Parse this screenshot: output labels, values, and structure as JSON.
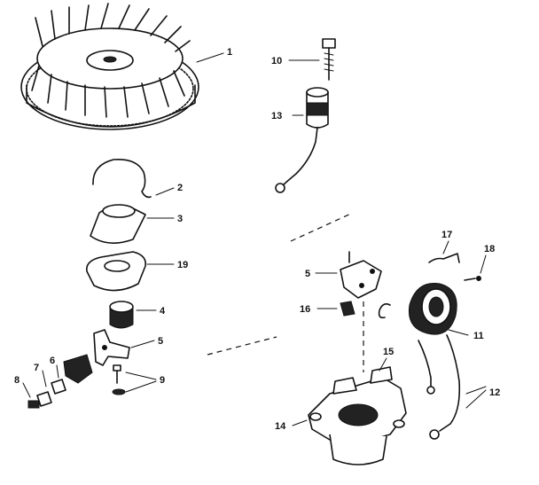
{
  "labels": {
    "p1": "1",
    "p2": "2",
    "p3": "3",
    "p4": "4",
    "p5a": "5",
    "p5b": "5",
    "p6": "6",
    "p7": "7",
    "p8": "8",
    "p9": "9",
    "p10": "10",
    "p11": "11",
    "p12": "12",
    "p13": "13",
    "p14": "14",
    "p15": "15",
    "p16": "16",
    "p17": "17",
    "p18": "18",
    "p19": "19"
  }
}
